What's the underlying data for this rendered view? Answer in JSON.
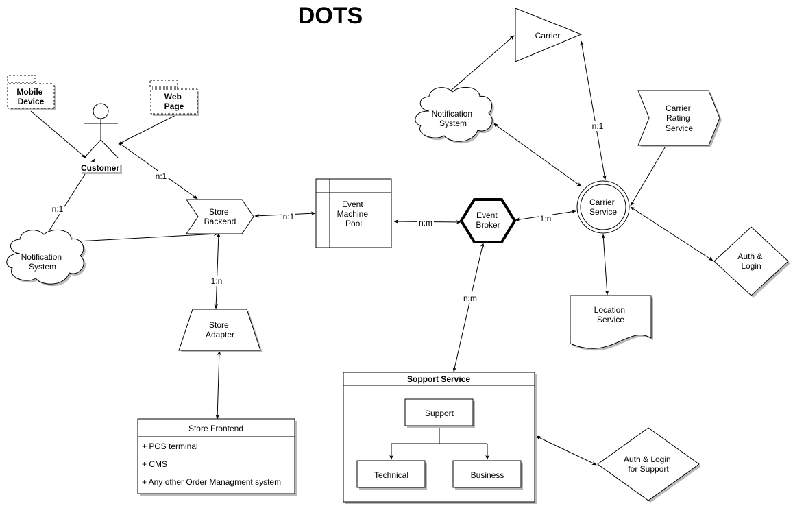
{
  "title": "DOTS",
  "nodes": {
    "carrier": "Carrier",
    "notification_top": [
      "Notification",
      "System"
    ],
    "carrier_rating": [
      "Carrier",
      "Rating",
      "Service"
    ],
    "mobile_device": [
      "Mobile",
      "Device"
    ],
    "web_page": [
      "Web",
      "Page"
    ],
    "customer": "Customer",
    "store_backend": [
      "Store",
      "Backend"
    ],
    "event_machine_pool": [
      "Event",
      "Machine",
      "Pool"
    ],
    "event_broker": [
      "Event",
      "Broker"
    ],
    "carrier_service": [
      "Carrier",
      "Service"
    ],
    "notification_left": [
      "Notification",
      "System"
    ],
    "auth_login": [
      "Auth &",
      "Login"
    ],
    "store_adapter": [
      "Store",
      "Adapter"
    ],
    "location_service": [
      "Location",
      "Service"
    ],
    "support_service": {
      "title": "Sopport Service",
      "support": "Support",
      "technical": "Technical",
      "business": "Business"
    },
    "store_frontend": {
      "title": "Store Frontend",
      "items": [
        "+ POS terminal",
        "+ CMS",
        "+ Any other Order Managment system"
      ]
    },
    "auth_login_support": [
      "Auth & Login",
      "for Support"
    ]
  },
  "edge_labels": {
    "carrier_to_carrier_service": "n:1",
    "web_to_store_backend": "n:1",
    "customer_to_notification": "n:1",
    "backend_to_pool": "n:1",
    "pool_to_broker": "n:m",
    "broker_to_carrier_service": "1:n",
    "backend_to_adapter": "1:n",
    "broker_to_support": "n:m"
  }
}
